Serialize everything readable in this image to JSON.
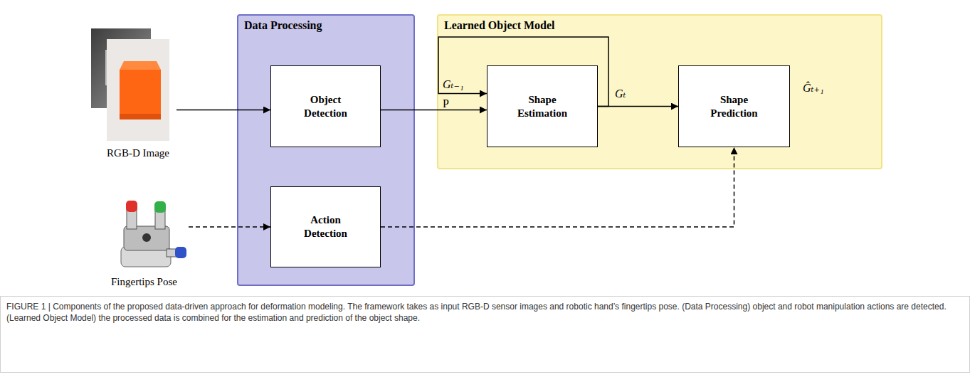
{
  "diagram": {
    "caption": "FIGURE 1 | Components of the proposed data-driven approach for deformation modeling. The framework takes as input RGB-D sensor images and robotic hand’s fingertips pose. (Data Processing) object and robot manipulation actions are detected. (Learned Object Model) the processed data is combined for the estimation and prediction of the object shape.",
    "nodes": [
      {
        "text": [
          "RGB-D Image"
        ]
      },
      {
        "text": [
          "Fingertips Pose"
        ]
      },
      {
        "text": [
          "Data Processing"
        ]
      },
      {
        "text": [
          "Object Detection"
        ],
        "in": 2
      },
      {
        "text": [
          "Action Detection"
        ],
        "in": 2
      },
      {
        "text": [
          "Learned Object Model"
        ]
      },
      {
        "text": [
          "Shape Estimation"
        ],
        "in": 5
      },
      {
        "text": [
          "Shape Prediction"
        ],
        "in": 5
      }
    ],
    "edges": [
      {
        "from": 0,
        "to": 3,
        "arrow": "to"
      },
      {
        "from": 1,
        "to": 4,
        "arrow": "to"
      },
      {
        "from": 3,
        "to": 6,
        "label": "P",
        "arrow": "to"
      },
      {
        "from": 6,
        "to": 6,
        "label": "Gₜ₋₁",
        "arrow": "to"
      },
      {
        "from": 6,
        "to": 7,
        "label": "Gₜ",
        "arrow": "to"
      },
      {
        "from": 4,
        "to": 7,
        "arrow": "to"
      }
    ],
    "labels": [
      "Ĝₜ₊₁"
    ]
  }
}
